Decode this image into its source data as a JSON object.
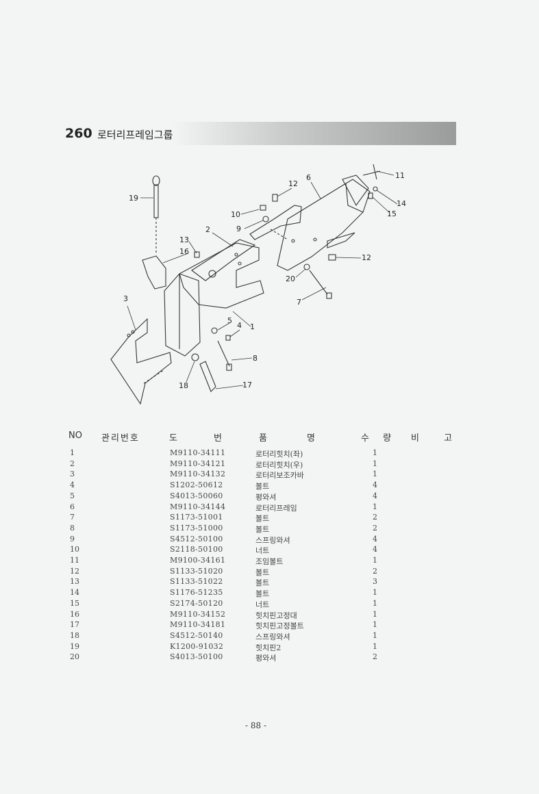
{
  "header": {
    "group_number": "260",
    "group_title": "로터리프레임그룹"
  },
  "diagram": {
    "callouts": [
      "19",
      "12",
      "6",
      "11",
      "14",
      "15",
      "10",
      "9",
      "2",
      "13",
      "16",
      "12",
      "20",
      "7",
      "3",
      "5",
      "4",
      "1",
      "8",
      "18",
      "17"
    ]
  },
  "table": {
    "columns": {
      "no": "NO",
      "mgmt_no": "관리번호",
      "part_no_a": "도",
      "part_no_b": "번",
      "name_a": "품",
      "name_b": "명",
      "qty": "수 량",
      "remarks": "비 고"
    },
    "rows": [
      {
        "no": "1",
        "part_no": "M9110-34111",
        "name": "로터리힛치(좌)",
        "qty": "1"
      },
      {
        "no": "2",
        "part_no": "M9110-34121",
        "name": "로터리힛치(우)",
        "qty": "1"
      },
      {
        "no": "3",
        "part_no": "M9110-34132",
        "name": "로터리보조카바",
        "qty": "1"
      },
      {
        "no": "4",
        "part_no": "S1202-50612",
        "name": "볼트",
        "qty": "4"
      },
      {
        "no": "5",
        "part_no": "S4013-50060",
        "name": "평와셔",
        "qty": "4"
      },
      {
        "no": "6",
        "part_no": "M9110-34144",
        "name": "로터리프레임",
        "qty": "1"
      },
      {
        "no": "7",
        "part_no": "S1173-51001",
        "name": "볼트",
        "qty": "2"
      },
      {
        "no": "8",
        "part_no": "S1173-51000",
        "name": "볼트",
        "qty": "2"
      },
      {
        "no": "9",
        "part_no": "S4512-50100",
        "name": "스프링와셔",
        "qty": "4"
      },
      {
        "no": "10",
        "part_no": "S2118-50100",
        "name": "너트",
        "qty": "4"
      },
      {
        "no": "11",
        "part_no": "M9100-34161",
        "name": "조임볼트",
        "qty": "1"
      },
      {
        "no": "12",
        "part_no": "S1133-51020",
        "name": "볼트",
        "qty": "2"
      },
      {
        "no": "13",
        "part_no": "S1133-51022",
        "name": "볼트",
        "qty": "3"
      },
      {
        "no": "14",
        "part_no": "S1176-51235",
        "name": "볼트",
        "qty": "1"
      },
      {
        "no": "15",
        "part_no": "S2174-50120",
        "name": "너트",
        "qty": "1"
      },
      {
        "no": "16",
        "part_no": "M9110-34152",
        "name": "힛치핀고정대",
        "qty": "1"
      },
      {
        "no": "17",
        "part_no": "M9110-34181",
        "name": "힛치핀고정볼트",
        "qty": "1"
      },
      {
        "no": "18",
        "part_no": "S4512-50140",
        "name": "스프링와셔",
        "qty": "1"
      },
      {
        "no": "19",
        "part_no": "K1200-91032",
        "name": "힛치핀2",
        "qty": "1"
      },
      {
        "no": "20",
        "part_no": "S4013-50100",
        "name": "평와셔",
        "qty": "2"
      }
    ]
  },
  "footer": {
    "page": "- 88 -"
  }
}
